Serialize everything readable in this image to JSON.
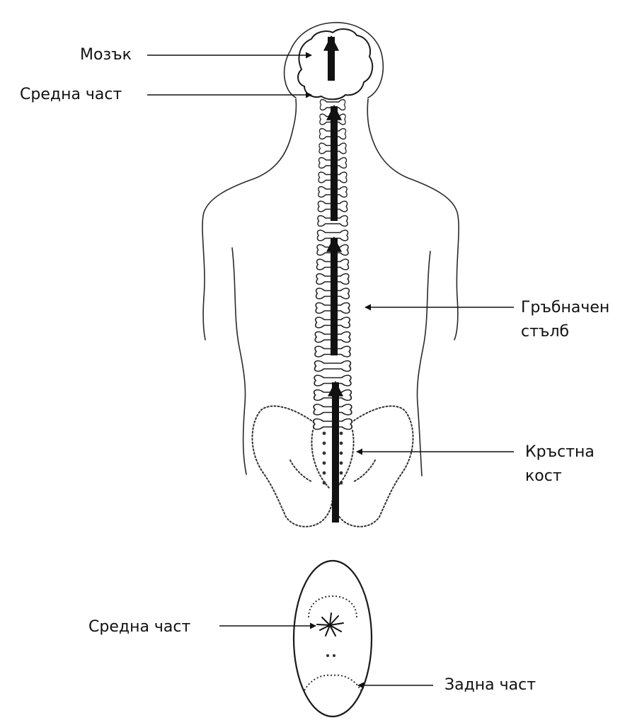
{
  "labels": {
    "brain": "Мозък",
    "midpart_top": "Средна част",
    "spinal_column": [
      "Гръбначен",
      "стълб"
    ],
    "sacrum": [
      "Кръстна",
      "кост"
    ],
    "midpart_bottom": "Средна част",
    "rear_part": "Задна част"
  },
  "colors": {
    "ink": "#111111",
    "outline": "#333333",
    "background": "#ffffff"
  }
}
